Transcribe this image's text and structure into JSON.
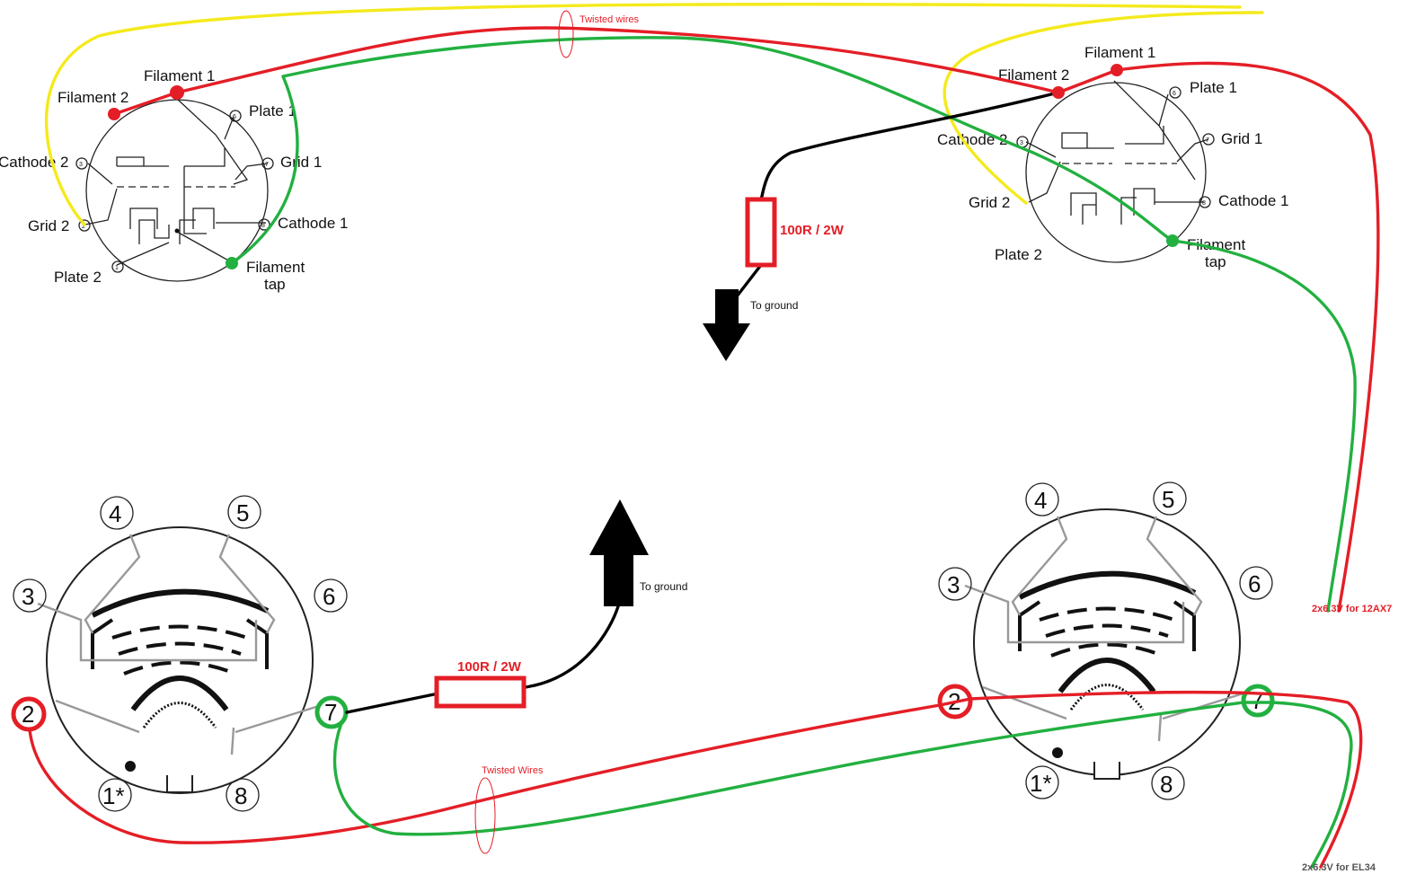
{
  "colors": {
    "filament_red": "#e41e26",
    "tap_green": "#22b040",
    "grid_yellow": "#f4ea1c",
    "ground_black": "#000000",
    "resistor_red": "#e41e26",
    "annotation_red": "#e41e26"
  },
  "tube_12ax7_left": {
    "filament1": "Filament 1",
    "filament2": "Filament 2",
    "plate1": "Plate 1",
    "grid1": "Grid 1",
    "cathode1": "Cathode 1",
    "cathode2": "Cathode 2",
    "grid2": "Grid 2",
    "plate2": "Plate 2",
    "filament_tap_line1": "Filament",
    "filament_tap_line2": "tap",
    "pins": [
      "1",
      "2",
      "3",
      "6",
      "7",
      "8"
    ]
  },
  "tube_12ax7_right": {
    "filament1": "Filament 1",
    "filament2": "Filament 2",
    "plate1": "Plate 1",
    "grid1": "Grid 1",
    "cathode1": "Cathode 1",
    "cathode2": "Cathode 2",
    "grid2": "Grid 2",
    "plate2": "Plate 2",
    "filament_tap_line1": "Filament",
    "filament_tap_line2": "tap",
    "pins": [
      "3",
      "6",
      "7",
      "8"
    ]
  },
  "tube_el34_left": {
    "pins": [
      "1*",
      "2",
      "3",
      "4",
      "5",
      "6",
      "7",
      "8"
    ]
  },
  "tube_el34_right": {
    "pins": [
      "1*",
      "2",
      "3",
      "4",
      "5",
      "6",
      "7",
      "8"
    ]
  },
  "annotations": {
    "twisted_top": "Twisted wires",
    "twisted_bottom": "Twisted Wires",
    "resistor_top": "100R / 2W",
    "resistor_bottom": "100R / 2W",
    "ground_top": "To ground",
    "ground_bottom": "To ground",
    "supply_12ax7": "2x6.3V for 12AX7",
    "supply_el34": "2x6.3V for EL34"
  }
}
